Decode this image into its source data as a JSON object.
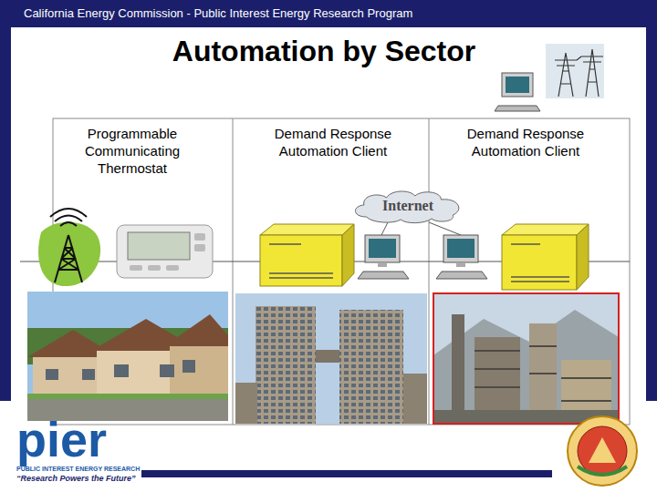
{
  "diagram": {
    "title": "Automation by Sector",
    "nodes": [
      {
        "text": [
          "Programmable Communicating Thermostat"
        ]
      },
      {
        "text": [
          "Demand Response Automation Client"
        ]
      },
      {
        "text": [
          "Demand Response Automation Client"
        ]
      },
      {
        "text": [
          "Internet"
        ]
      }
    ],
    "labels": [
      "California Energy Commission - Public Interest Energy Research Program",
      "pier",
      "PUBLIC INTEREST ENERGY RESEARCH",
      "“Research Powers the Future”"
    ]
  }
}
